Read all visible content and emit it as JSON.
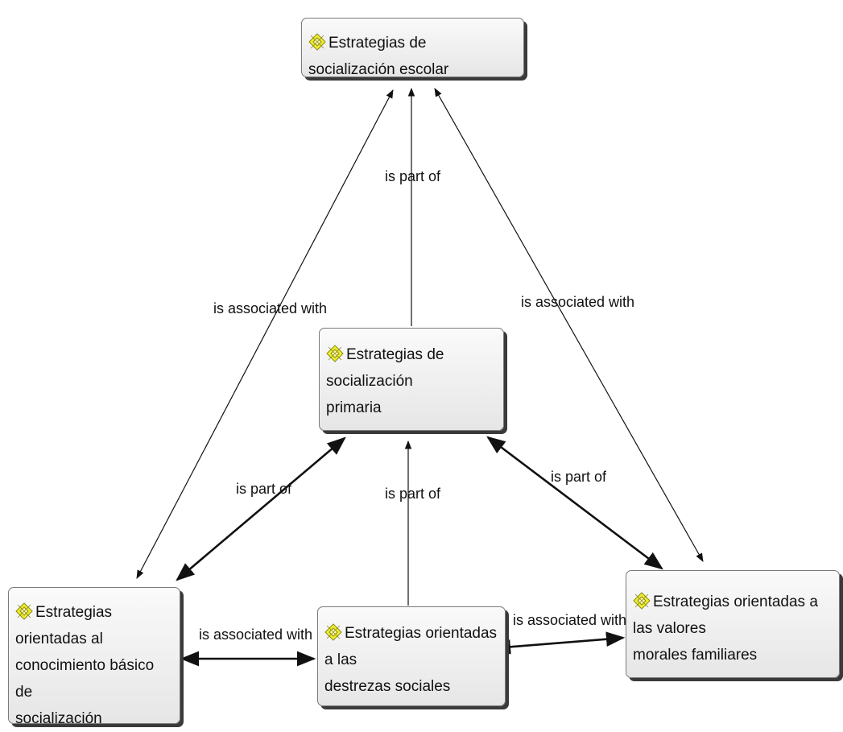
{
  "nodes": {
    "escolar": {
      "label": "Estrategias de socialización escolar",
      "icon": "concept-icon"
    },
    "primaria": {
      "label": "Estrategias de socialización\nprimaria",
      "icon": "concept-icon"
    },
    "conocimiento": {
      "label": "Estrategias orientadas al\nconocimiento básico de\nsocialización",
      "icon": "concept-icon"
    },
    "destrezas": {
      "label": "Estrategias orientadas a las\ndestrezas sociales",
      "icon": "concept-icon"
    },
    "valores": {
      "label": "Estrategias orientadas a las valores\nmorales familiares",
      "icon": "concept-icon"
    }
  },
  "relations": {
    "part_of": "is part of",
    "associated": "is associated with"
  },
  "colors": {
    "icon_fill": "#f2ef2a",
    "icon_stroke": "#8a8a1a",
    "edge": "#111111"
  }
}
